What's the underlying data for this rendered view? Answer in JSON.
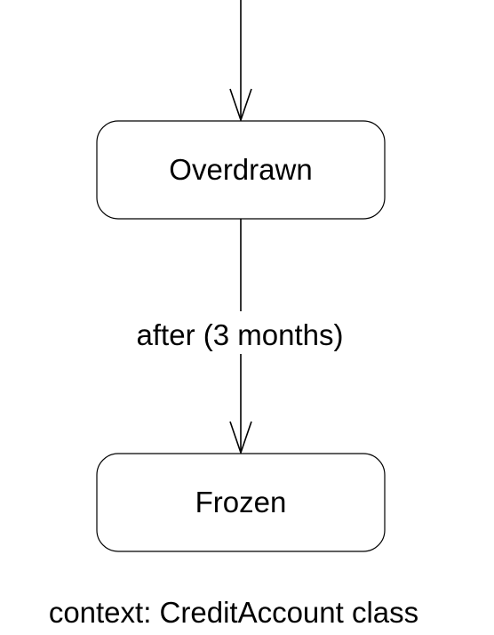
{
  "states": [
    {
      "id": "overdrawn",
      "label": "Overdrawn"
    },
    {
      "id": "frozen",
      "label": "Frozen"
    }
  ],
  "transitions": [
    {
      "from": "",
      "to": "overdrawn",
      "label": ""
    },
    {
      "from": "overdrawn",
      "to": "frozen",
      "label": "after (3 months)"
    }
  ],
  "caption": "context: CreditAccount class",
  "colors": {
    "stroke": "#000000",
    "fill": "#ffffff",
    "text": "#000000"
  }
}
